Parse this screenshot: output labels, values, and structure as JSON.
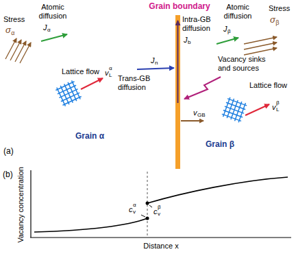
{
  "diagram": {
    "labels": [
      "Grain boundary",
      "Stress",
      "σ",
      "α",
      "Atomic diffusion",
      "J",
      "α",
      "Intra-GB diffusion",
      "J",
      "b",
      "Atomic diffusion",
      "J",
      "β",
      "Stress",
      "σ",
      "β",
      "Trans-GB diffusion",
      "J",
      "n",
      "Vacancy sinks and sources",
      "Lattice flow",
      "v",
      "L",
      "α",
      "v",
      "GB",
      "Lattice flow",
      "v",
      "L",
      "β",
      "Grain α",
      "Grain β",
      "(a)",
      "(b)",
      "Vacancy concentration",
      "Distance x",
      "c",
      "v",
      "α",
      "c",
      "v",
      "β"
    ]
  }
}
